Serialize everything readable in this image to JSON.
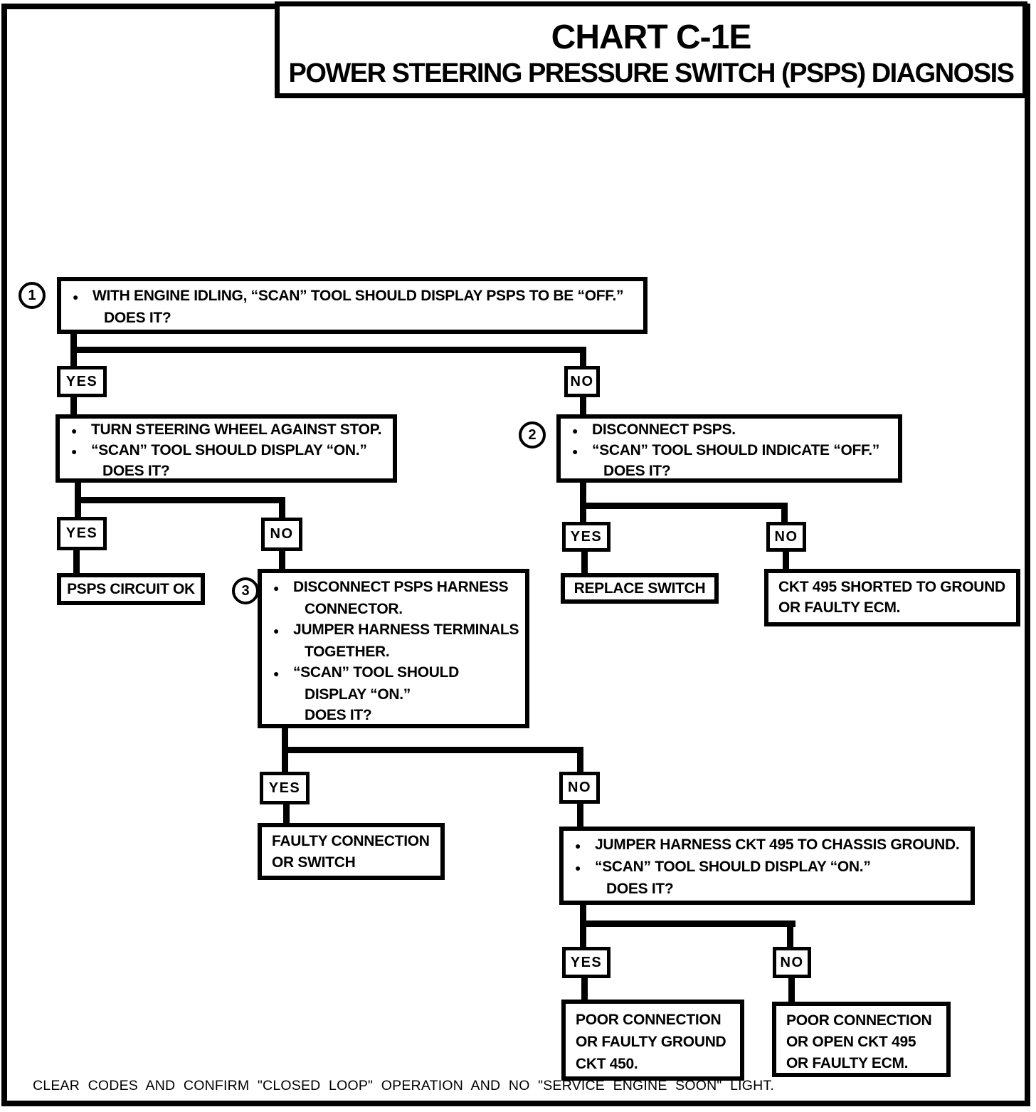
{
  "title": {
    "chart": "CHART C-1E",
    "subtitle": "POWER STEERING PRESSURE SWITCH (PSPS) DIAGNOSIS"
  },
  "labels": {
    "yes": "YES",
    "no": "NO"
  },
  "steps": {
    "s1": "1",
    "s2": "2",
    "s3": "3"
  },
  "glyphs": {
    "bullet": "●"
  },
  "colors": {
    "ink": "#000000",
    "paper": "#ffffff"
  },
  "nodes": {
    "box1": {
      "lines": [
        "WITH ENGINE IDLING, “SCAN” TOOL SHOULD DISPLAY PSPS TO BE “OFF.”",
        "DOES IT?"
      ]
    },
    "turn_wheel": {
      "lines": [
        "TURN STEERING WHEEL AGAINST STOP.",
        "“SCAN” TOOL SHOULD DISPLAY “ON.”",
        "DOES IT?"
      ]
    },
    "psps_ok": {
      "text": "PSPS CIRCUIT OK"
    },
    "disconnect_psps": {
      "lines": [
        "DISCONNECT PSPS.",
        "“SCAN” TOOL SHOULD INDICATE “OFF.”",
        "DOES IT?"
      ]
    },
    "replace_switch": {
      "text": "REPLACE SWITCH"
    },
    "ckt495_shorted": {
      "lines": [
        "CKT 495 SHORTED TO GROUND",
        "OR FAULTY ECM."
      ]
    },
    "disconnect_harness": {
      "lines": [
        "DISCONNECT PSPS HARNESS",
        "CONNECTOR.",
        "JUMPER HARNESS TERMINALS",
        "TOGETHER.",
        "“SCAN” TOOL SHOULD",
        "DISPLAY “ON.”",
        "DOES IT?"
      ]
    },
    "faulty_connection": {
      "lines": [
        "FAULTY CONNECTION",
        "OR SWITCH"
      ]
    },
    "jumper_ground": {
      "lines": [
        "JUMPER HARNESS CKT 495 TO CHASSIS GROUND.",
        "“SCAN” TOOL SHOULD DISPLAY “ON.”",
        "DOES IT?"
      ]
    },
    "poor_ground": {
      "lines": [
        "POOR CONNECTION",
        "OR FAULTY GROUND",
        "CKT 450."
      ]
    },
    "poor_open": {
      "lines": [
        "POOR CONNECTION",
        "OR OPEN CKT 495",
        "OR FAULTY ECM."
      ]
    }
  },
  "footer": "CLEAR CODES AND CONFIRM \"CLOSED LOOP\" OPERATION AND NO \"SERVICE ENGINE SOON\" LIGHT."
}
